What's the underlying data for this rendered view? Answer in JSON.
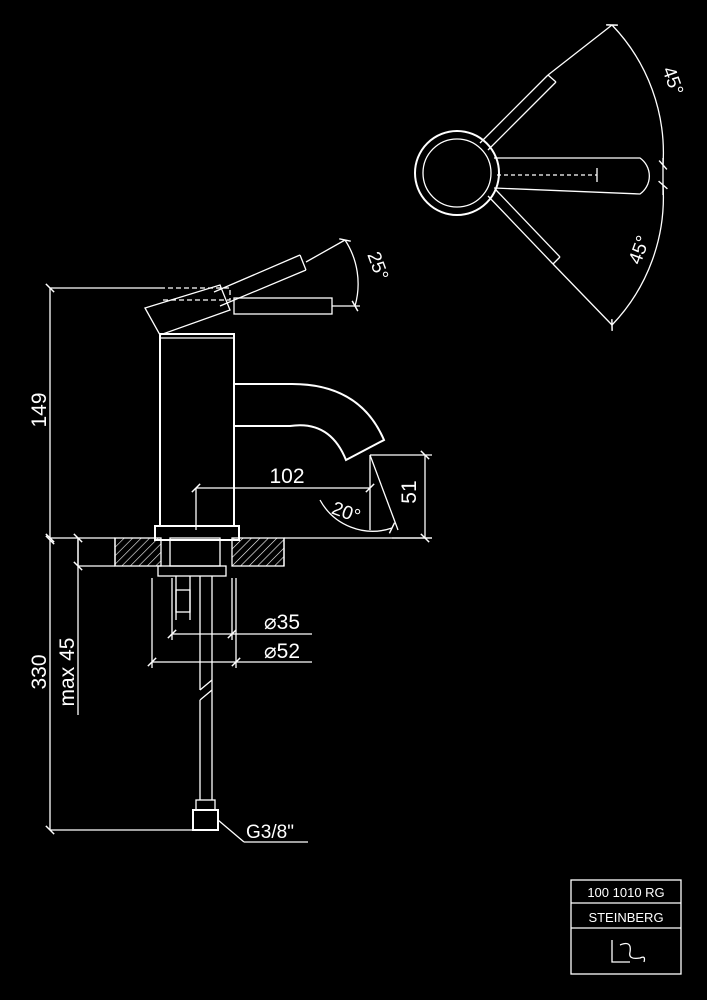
{
  "drawing": {
    "dimensions": {
      "height_total": "149",
      "angle_lever_tilt": "25°",
      "spout_reach": "102",
      "spout_height": "51",
      "spout_angle": "20°",
      "lever_rotation_back": "45°",
      "lever_rotation_front": "45°",
      "hole_diameter": "⌀35",
      "base_diameter": "⌀52",
      "hose_length": "330",
      "max_thickness": "max 45",
      "connection": "G3/8\""
    }
  },
  "title_block": {
    "article_number": "100 1010 RG",
    "brand": "STEINBERG"
  },
  "colors": {
    "background": "#000000",
    "line": "#ffffff"
  }
}
